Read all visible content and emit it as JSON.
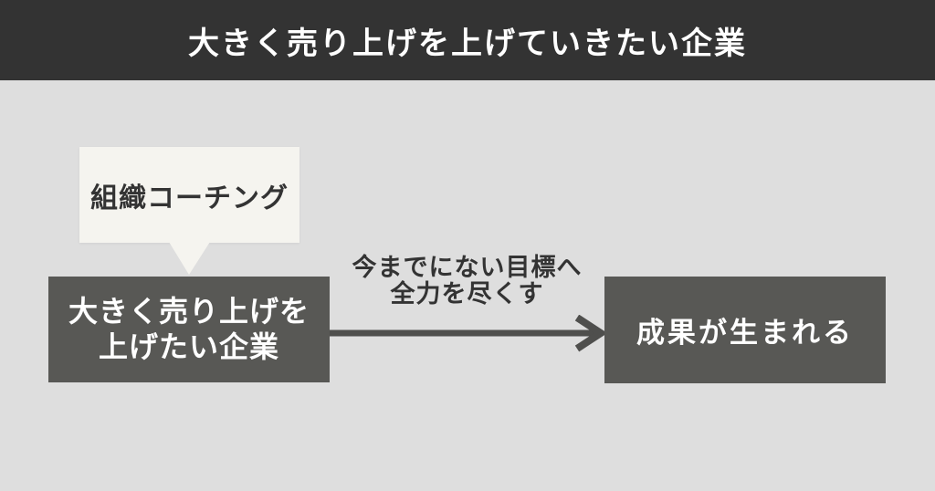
{
  "header": {
    "title": "大きく売り上げを上げていきたい企業"
  },
  "diagram": {
    "bubble": {
      "label": "組織コーチング"
    },
    "source_box": {
      "line1": "大きく売り上げを",
      "line2": "上げたい企業"
    },
    "arrow": {
      "label_line1": "今までにない目標へ",
      "label_line2": "全力を尽くす"
    },
    "result_box": {
      "label": "成果が生まれる"
    }
  },
  "colors": {
    "header_bg": "#333333",
    "canvas_bg": "#dedede",
    "box_bg": "#585855",
    "bubble_bg": "#f5f4ef",
    "arrow": "#4f4f4d",
    "text_dark": "#333333",
    "text_light": "#ffffff"
  }
}
